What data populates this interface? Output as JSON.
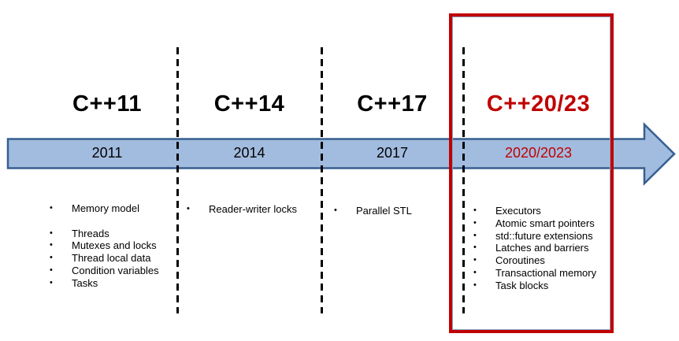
{
  "colors": {
    "accent_red": "#c00000",
    "arrow_fill": "#a2bcdf",
    "arrow_border": "#365f91",
    "divider": "#000000"
  },
  "bullet_char": "•",
  "timeline": {
    "columns": [
      {
        "title": "C++11",
        "year": "2011",
        "features": [
          "Memory model",
          "",
          "Threads",
          "Mutexes and locks",
          "Thread local data",
          "Condition variables",
          "Tasks"
        ]
      },
      {
        "title": "C++14",
        "year": "2014",
        "features": [
          "Reader-writer locks"
        ]
      },
      {
        "title": "C++17",
        "year": "2017",
        "features": [
          "Parallel STL"
        ]
      },
      {
        "title": "C++20/23",
        "year": "2020/2023",
        "highlighted": true,
        "features": [
          "Executors",
          "Atomic smart pointers",
          "std::future extensions",
          "Latches and barriers",
          "Coroutines",
          "Transactional memory",
          "Task blocks"
        ]
      }
    ]
  }
}
